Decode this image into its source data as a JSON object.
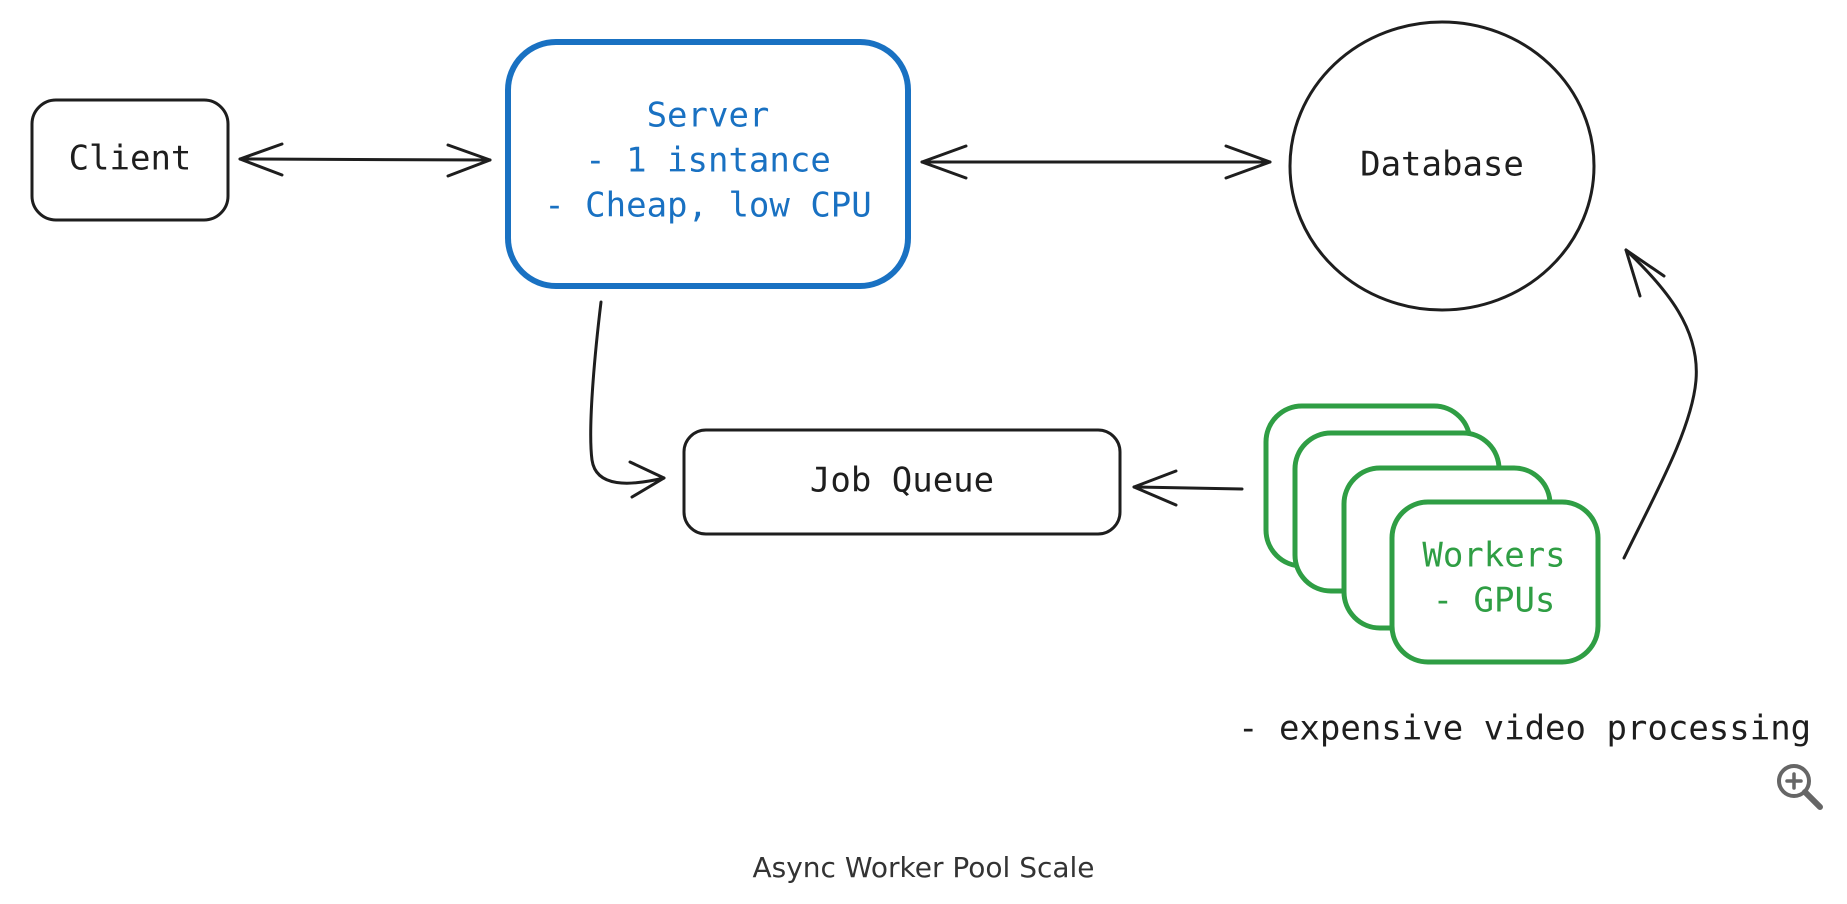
{
  "diagram": {
    "caption": "Async Worker Pool Scale",
    "colors": {
      "ink": "#1e1e1e",
      "server": "#1971c2",
      "workers": "#2f9e44",
      "caption": "#333333",
      "icon": "#666666"
    },
    "nodes": {
      "client": {
        "label": "Client"
      },
      "server": {
        "line1": "Server",
        "line2": "- 1 isntance",
        "line3": "- Cheap, low CPU"
      },
      "database": {
        "label": "Database"
      },
      "job_queue": {
        "label": "Job Queue"
      },
      "workers": {
        "line1": "Workers",
        "line2": "- GPUs"
      }
    },
    "note": "- expensive video processing",
    "icons": {
      "zoom": "zoom-in-icon"
    }
  }
}
